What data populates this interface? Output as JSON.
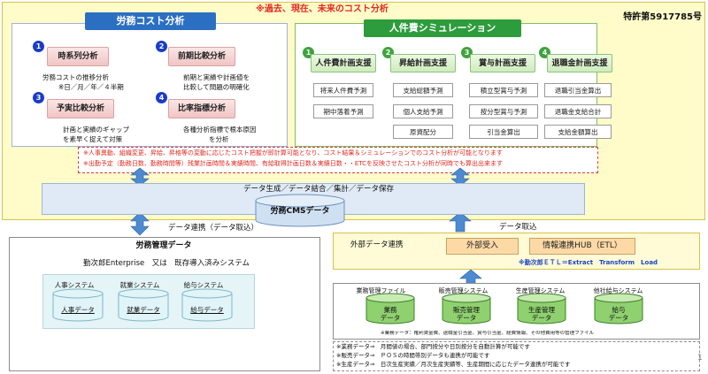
{
  "header": {
    "note": "※過去、現在、未来のコスト分析",
    "patent": "特許第5917785号"
  },
  "cost_analysis": {
    "title": "労務コスト分析",
    "items": [
      {
        "num": "1",
        "label": "時系列分析",
        "desc1": "労務コストの推移分析",
        "desc2": "※日／月／年／４半期"
      },
      {
        "num": "2",
        "label": "前期比較分析",
        "desc1": "前期と実績や計画値を",
        "desc2": "比較して問題の明確化"
      },
      {
        "num": "3",
        "label": "予実比較分析",
        "desc1": "計画と実績のギャップ",
        "desc2": "を素早く捉えて対策"
      },
      {
        "num": "4",
        "label": "比率指標分析",
        "desc1": "各種分析指標で根本原因",
        "desc2": "を分析"
      }
    ]
  },
  "simulation": {
    "title": "人件費シミュレーション",
    "columns": [
      {
        "num": "1",
        "label": "人件費計画支援",
        "subs": [
          "将来人件費予測",
          "期中落着予測"
        ]
      },
      {
        "num": "2",
        "label": "昇給計画支援",
        "subs": [
          "支給総額予測",
          "個人支給予測",
          "原資配分"
        ]
      },
      {
        "num": "3",
        "label": "賞与計画支援",
        "subs": [
          "積立型賞与予測",
          "按分型賞与予測",
          "引当金算出"
        ]
      },
      {
        "num": "4",
        "label": "退職金計画支援",
        "subs": [
          "退職引当金算出",
          "退職金支給合計",
          "支給金額算出"
        ]
      }
    ]
  },
  "notes": {
    "line1": "※人事異動、組織変更、昇給、昇格等の変動に応じたコスト把握が即計算可能となり、コスト結果＆シミュレーションでのコスト分析が可能となります",
    "line2": "※出勤予定（勤務日数、勤務時間等）残業計画時間＆実績時間、有給取得計画日数＆実績日数・・ETCを反映させたコスト分析が同時でも算出出来ます"
  },
  "cms": {
    "top_label": "データ生成／データ結合／集計／データ保存",
    "db_label": "労務CMSデータ",
    "link_left": "データ連携（データ取込）",
    "link_right": "データ取込"
  },
  "labor_mgmt": {
    "title": "労務管理データ",
    "subtitle": "勤次郎Enterprise　又は　既存導入済みシステム",
    "systems": [
      {
        "label": "人事システム",
        "db": "人事データ"
      },
      {
        "label": "就業システム",
        "db": "就業データ"
      },
      {
        "label": "給与システム",
        "db": "給与データ"
      }
    ]
  },
  "external": {
    "label": "外部データ連携",
    "receive": "外部受入",
    "hub": "情報連携HUB（ETL）",
    "etl_note": "※勤次郎ＥＴＬ＝Extract　Transform　Load"
  },
  "sources": {
    "items": [
      {
        "label": "業務管理ファイル",
        "db1": "業務",
        "db2": "データ",
        "color": "#5aa33f"
      },
      {
        "label": "販売管理システム",
        "db1": "販売管理",
        "db2": "データ",
        "color": "#5aa33f"
      },
      {
        "label": "生産管理システム",
        "db1": "生産管理",
        "db2": "データ",
        "color": "#5aa33f"
      },
      {
        "label": "他社給与システム",
        "db1": "給与",
        "db2": "データ",
        "color": "#5aa33f"
      }
    ],
    "footnote": "※業務データ：権利賃金費、退職金引当金、賞与引当金、経費情報、その他費用等の管理ファイル"
  },
  "bottom_notes": [
    "※業務データ⇒　月間値の場合、部門按分や日別按分を自動計算が可能です",
    "※販売データ⇒　ＰＯＳの時間帯別データも連携が可能です",
    "※生産データ⇒　日次生産実績／月次生産実績等、生産期間に応じたデータ連携が可能です"
  ],
  "page_number": "1"
}
